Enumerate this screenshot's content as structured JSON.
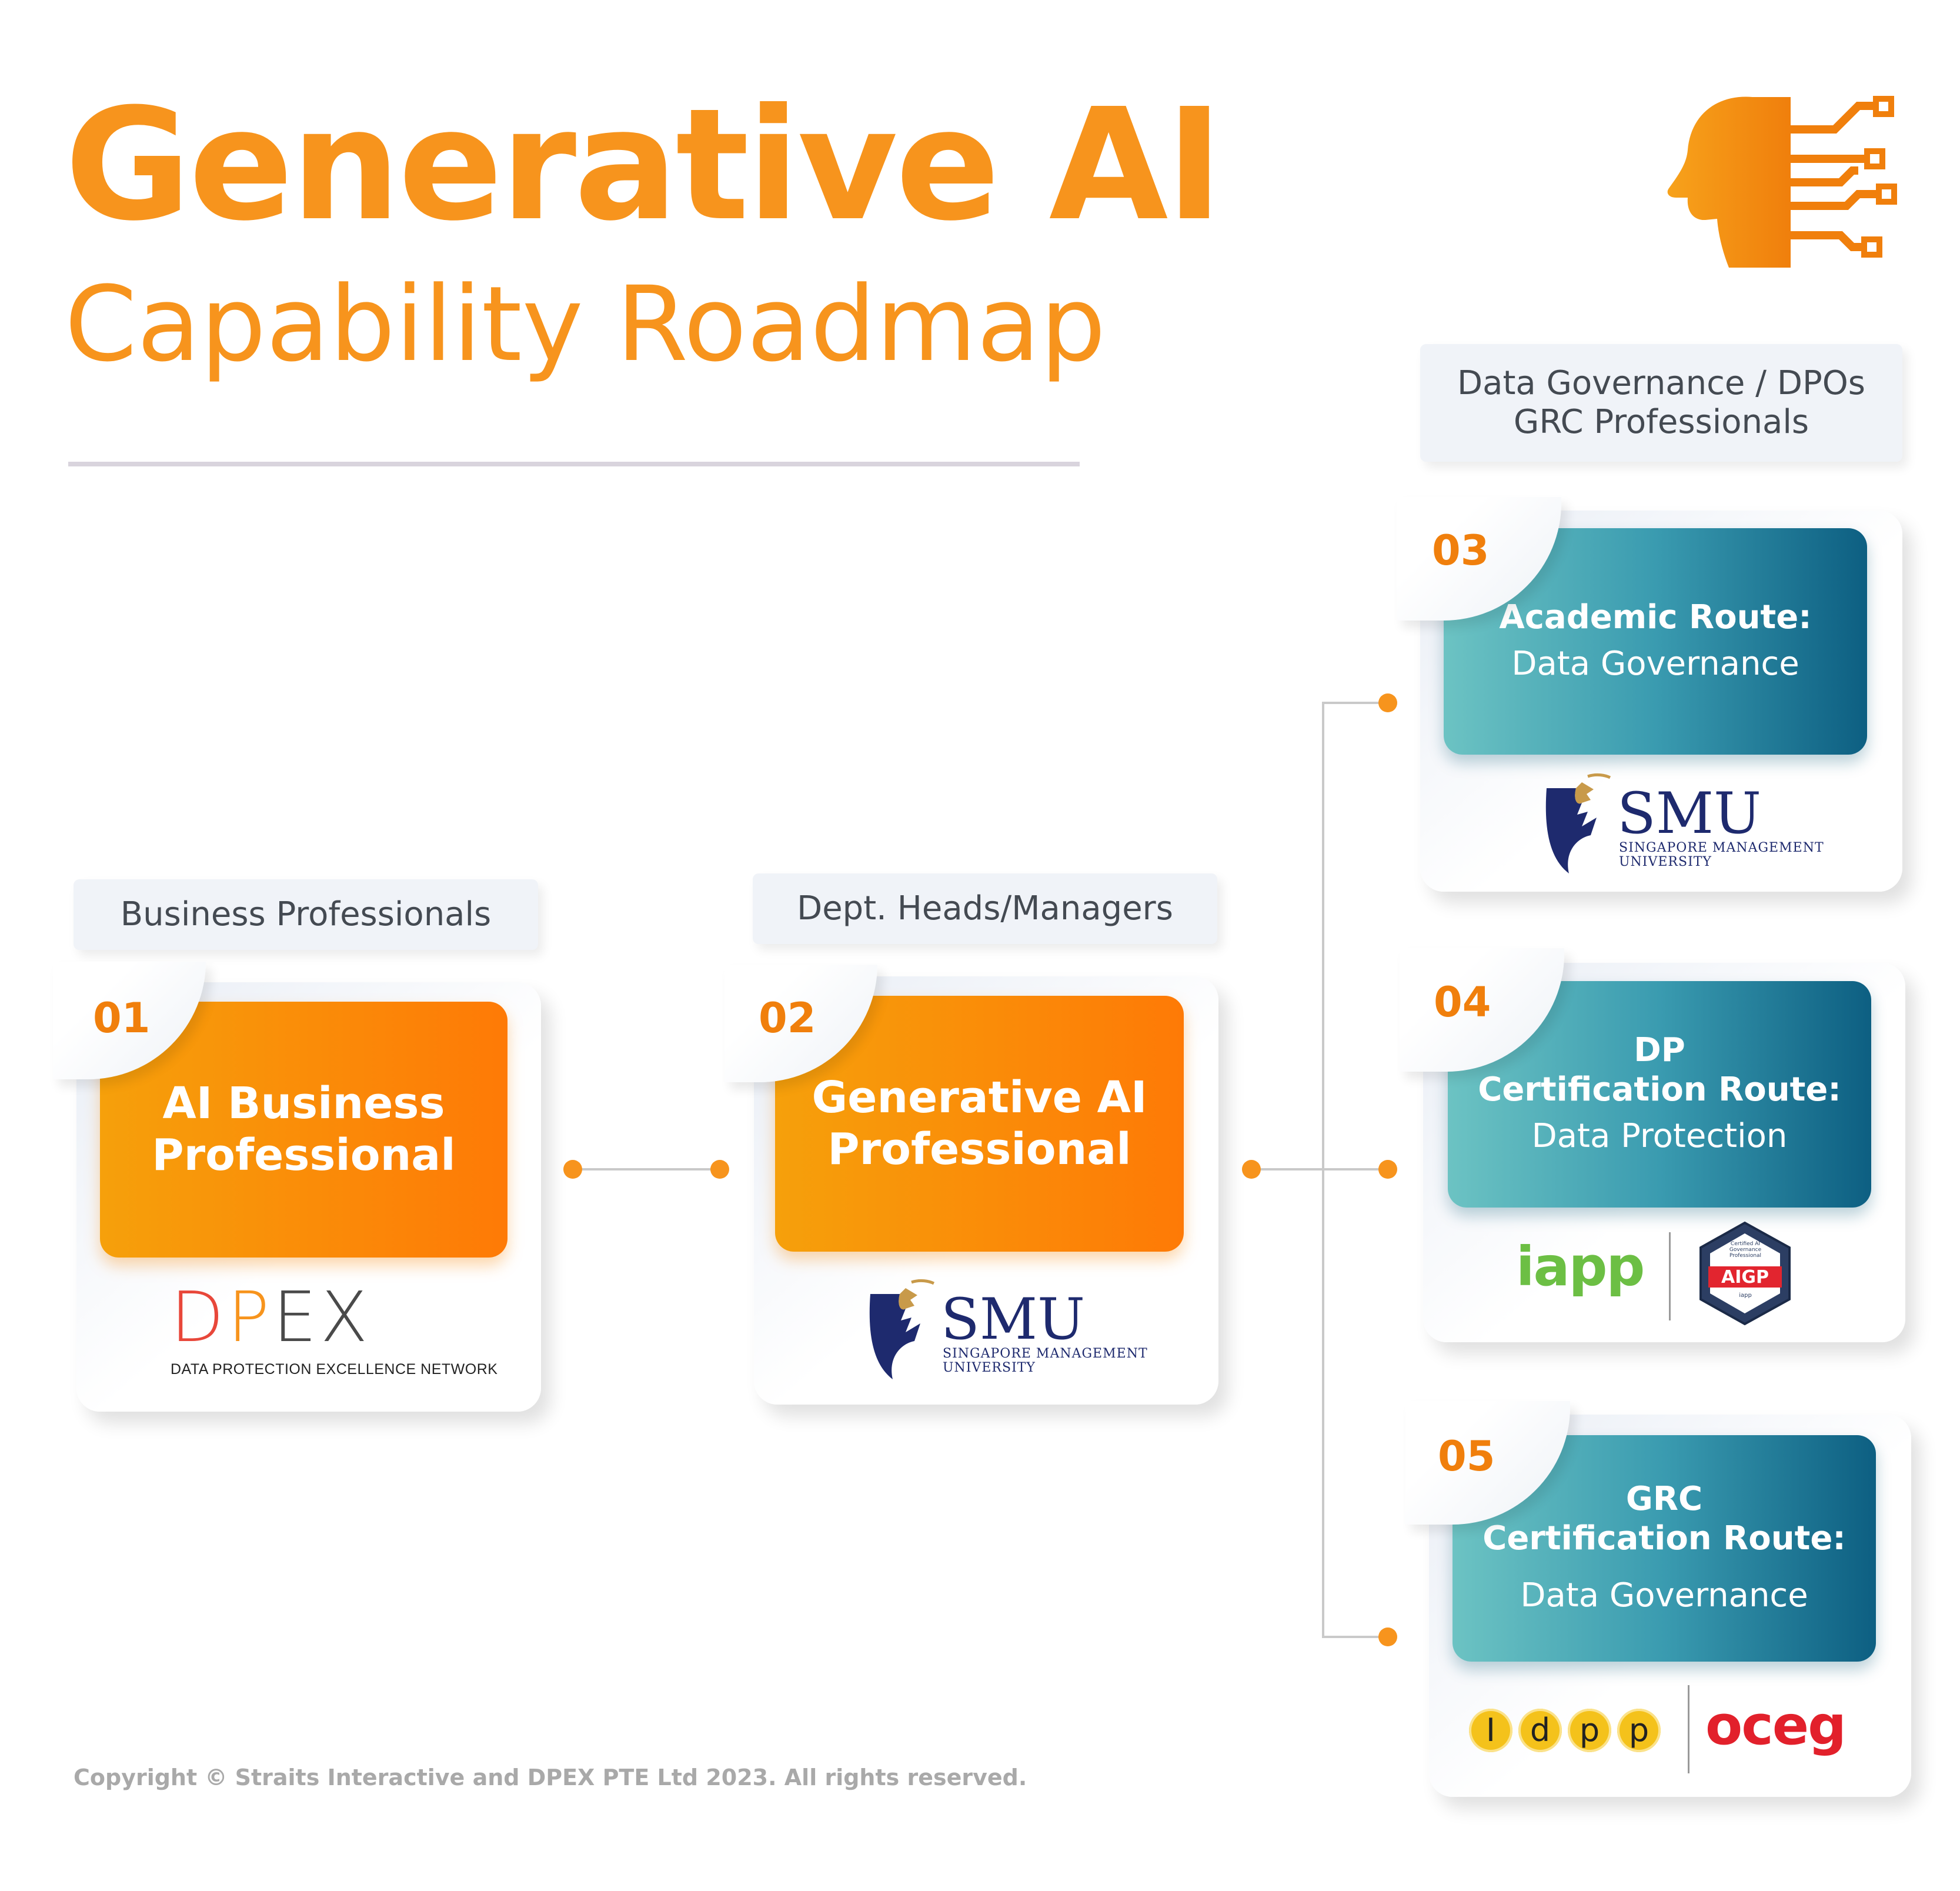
{
  "header": {
    "title": "Generative AI",
    "subtitle": "Capability Roadmap"
  },
  "audiences": {
    "a1": "Business Professionals",
    "a2": "Dept. Heads/Managers",
    "a3_line1": "Data Governance / DPOs",
    "a3_line2": "GRC Professionals"
  },
  "cards": [
    {
      "num": "01",
      "line1": "AI Business",
      "line2": "Professional",
      "color": "#f7941d"
    },
    {
      "num": "02",
      "line1": "Generative AI",
      "line2": "Professional",
      "color": "#f7941d"
    },
    {
      "num": "03",
      "bold1": "Academic Route:",
      "reg": "Data Governance",
      "color": "#0d5f82"
    },
    {
      "num": "04",
      "bold1": "DP",
      "bold2": "Certification Route:",
      "reg": "Data Protection",
      "color": "#0d5f82"
    },
    {
      "num": "05",
      "bold1": "GRC",
      "bold2": "Certification Route:",
      "reg": "Data Governance",
      "color": "#0d5f82"
    }
  ],
  "logos": {
    "dpex_d": "D",
    "dpex_p": "P",
    "dpex_ex": "EX",
    "dpex_sub": "DATA PROTECTION EXCELLENCE NETWORK",
    "smu": "SMU",
    "smu_sub1": "SINGAPORE MANAGEMENT",
    "smu_sub2": "UNIVERSITY",
    "iapp": "iapp",
    "aigp": "AIGP",
    "aigp_small": "Certified AI Governance Professional",
    "aigp_tiny": "iapp",
    "idpp": [
      "I",
      "d",
      "p",
      "p"
    ],
    "oceg": "oceg"
  },
  "footer": {
    "copyright": "Copyright © Straits Interactive and DPEX PTE Ltd 2023. All rights reserved."
  },
  "colors": {
    "brand_orange": "#f7941d",
    "teal_dark": "#0d5f82",
    "teal_light": "#6cc3c3"
  }
}
